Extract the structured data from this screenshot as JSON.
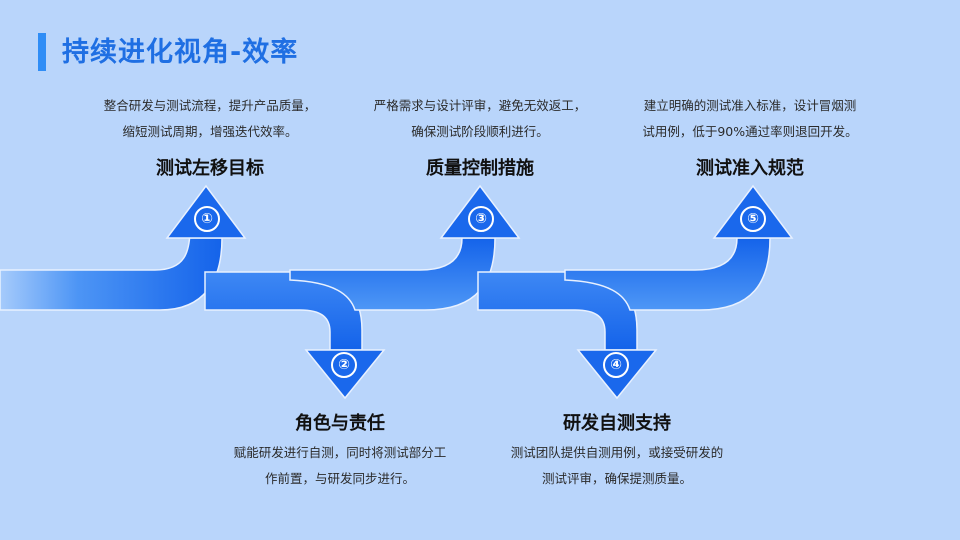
{
  "title": "持续进化视角-效率",
  "steps": [
    {
      "num": "①",
      "heading": "测试左移目标",
      "line1": "整合研发与测试流程，提升产品质量，",
      "line2": "缩短测试周期，增强迭代效率。"
    },
    {
      "num": "②",
      "heading": "角色与责任",
      "line1": "赋能研发进行自测，同时将测试部分工",
      "line2": "作前置，与研发同步进行。"
    },
    {
      "num": "③",
      "heading": "质量控制措施",
      "line1": "严格需求与设计评审，避免无效返工，",
      "line2": "确保测试阶段顺利进行。"
    },
    {
      "num": "④",
      "heading": "研发自测支持",
      "line1": "测试团队提供自测用例，或接受研发的",
      "line2": "测试评审，确保提测质量。"
    },
    {
      "num": "⑤",
      "heading": "测试准入规范",
      "line1": "建立明确的测试准入标准，设计冒烟测",
      "line2": "试用例，低于90%通过率则退回开发。"
    }
  ],
  "colors": {
    "accent": "#2f8df6",
    "title": "#1f6fe3",
    "arrow_dark": "#1463ea",
    "arrow_light": "#a6cbfb"
  }
}
